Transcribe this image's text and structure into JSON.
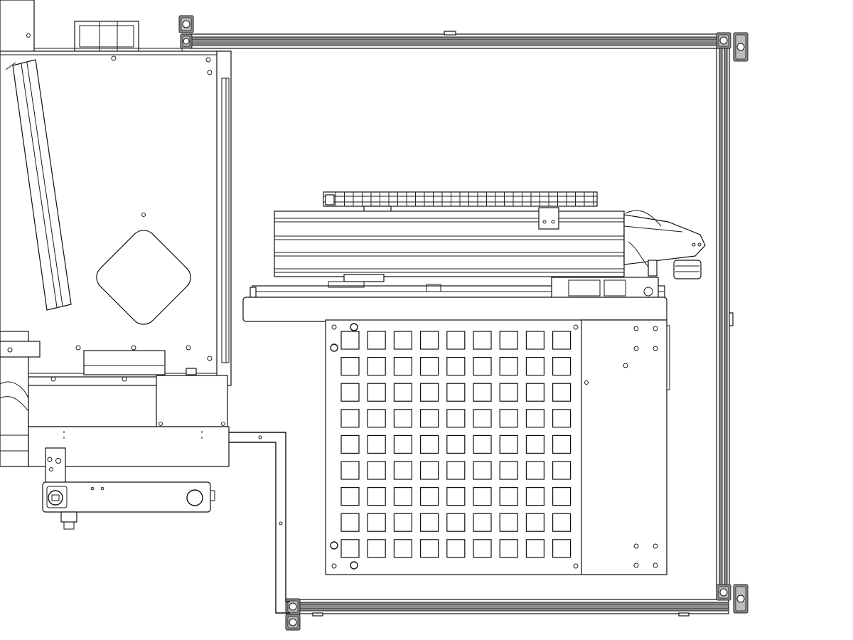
{
  "drawing": {
    "view": "top view",
    "line_color": "#111111",
    "background": "#ffffff",
    "frame_color": "#8a8a8a",
    "tray": {
      "rows": 9,
      "cols": 9
    },
    "parts": [
      "aluminum-extrusion-frame",
      "corner-bracket",
      "processing-unit",
      "linear-actuator",
      "cable-chain",
      "grid-tray",
      "bracket-arm",
      "control-panel"
    ]
  }
}
